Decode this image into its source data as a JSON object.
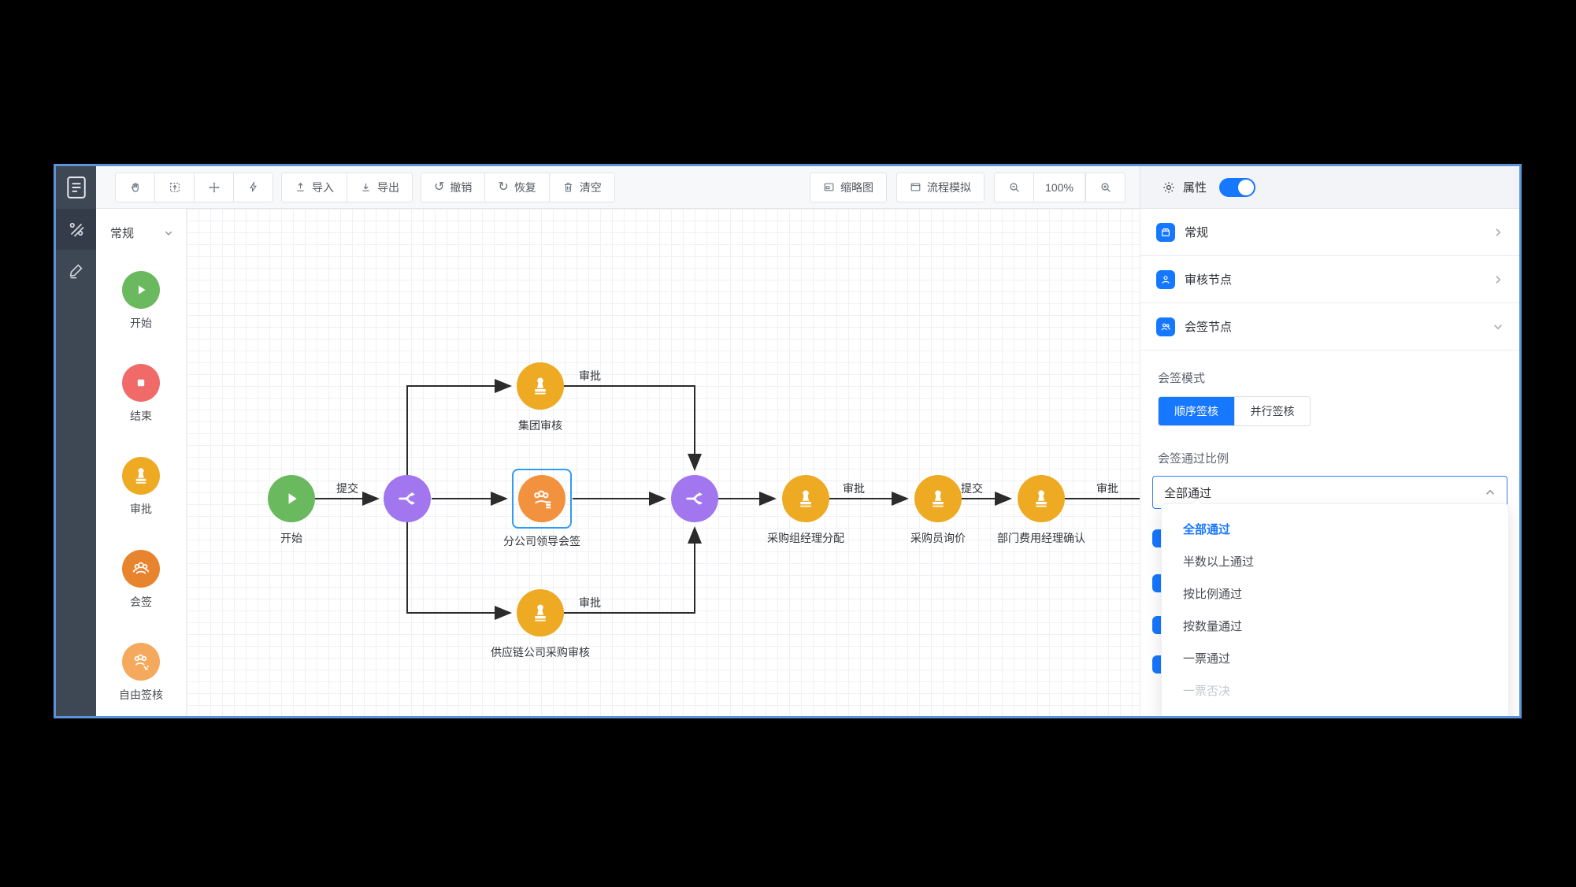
{
  "window": {
    "border_color": "#5a93d8"
  },
  "rail": {
    "icons": [
      "document-logo-icon",
      "components-icon",
      "pencil-icon"
    ],
    "active_index": 1
  },
  "palette": {
    "group_label": "常规",
    "items": [
      {
        "label": "开始",
        "icon": "play-icon",
        "color": "#6ab95f"
      },
      {
        "label": "结束",
        "icon": "stop-icon",
        "color": "#f16a6a"
      },
      {
        "label": "审批",
        "icon": "stamp-icon",
        "color": "#edaa22"
      },
      {
        "label": "会签",
        "icon": "users-icon",
        "color": "#e8832e"
      },
      {
        "label": "自由签核",
        "icon": "users-hand-icon",
        "color": "#f5a95c"
      }
    ]
  },
  "toolbar": {
    "tool_icons": [
      "pan-icon",
      "select-area-icon",
      "move-icon",
      "lightning-icon"
    ],
    "import_label": "导入",
    "export_label": "导出",
    "undo_label": "撤销",
    "redo_label": "恢复",
    "clear_label": "清空",
    "minimap_label": "缩略图",
    "simulate_label": "流程模拟",
    "zoom_level": "100%"
  },
  "canvas": {
    "nodes": [
      {
        "label": "开始",
        "type": "start",
        "color": "#6ab95f"
      },
      {
        "label": "",
        "type": "gateway-split",
        "color": "#a176ee"
      },
      {
        "label": "集团审核",
        "type": "approve",
        "color": "#edaa22"
      },
      {
        "label": "分公司领导会签",
        "type": "countersign",
        "color": "#f2923e",
        "selected": true
      },
      {
        "label": "供应链公司采购审核",
        "type": "approve",
        "color": "#edaa22"
      },
      {
        "label": "",
        "type": "gateway-merge",
        "color": "#a176ee"
      },
      {
        "label": "采购组经理分配",
        "type": "approve",
        "color": "#edaa22"
      },
      {
        "label": "采购员询价",
        "type": "approve",
        "color": "#edaa22"
      },
      {
        "label": "部门费用经理确认",
        "type": "approve",
        "color": "#edaa22"
      }
    ],
    "edge_labels": [
      {
        "text": "提交"
      },
      {
        "text": "审批"
      },
      {
        "text": "审批"
      },
      {
        "text": "审批"
      },
      {
        "text": "提交"
      },
      {
        "text": "审批"
      }
    ]
  },
  "panel": {
    "header": {
      "title": "属性",
      "icon": "gear-icon",
      "toggle_on": true
    },
    "sections": [
      {
        "label": "常规",
        "icon": "box-icon",
        "state": "collapsed"
      },
      {
        "label": "审核节点",
        "icon": "user-icon",
        "state": "collapsed"
      },
      {
        "label": "会签节点",
        "icon": "users-icon",
        "state": "expanded"
      }
    ],
    "countersign_mode": {
      "label": "会签模式",
      "options": [
        {
          "label": "顺序签核",
          "active": true
        },
        {
          "label": "并行签核",
          "active": false
        }
      ]
    },
    "pass_ratio": {
      "label": "会签通过比例",
      "value": "全部通过"
    },
    "dropdown": {
      "options": [
        {
          "label": "全部通过",
          "selected": true
        },
        {
          "label": "半数以上通过"
        },
        {
          "label": "按比例通过"
        },
        {
          "label": "按数量通过"
        },
        {
          "label": "一票通过"
        },
        {
          "label": "一票否决",
          "disabled": true
        }
      ]
    },
    "hidden_collapsed_rows": 4
  },
  "colors": {
    "accent_blue": "#1677ff",
    "selection_blue": "#2f9bf4",
    "edge": "#2b2b2b",
    "rail_bg": "#3e4754",
    "toolbar_bg": "#f7f8fa"
  }
}
